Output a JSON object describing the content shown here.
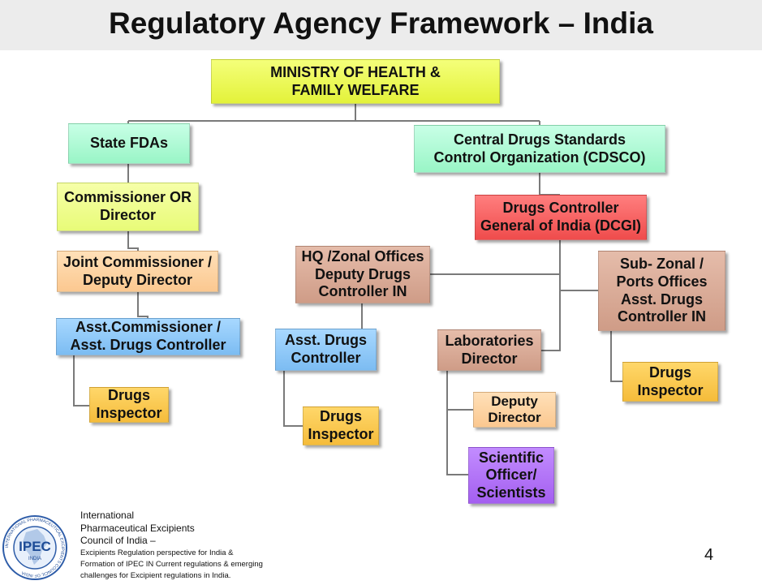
{
  "title": "Regulatory Agency Framework – India",
  "nodes": {
    "ministry": "MINISTRY OF HEALTH  &\nFAMILY  WELFARE",
    "state_fdas": "State FDAs",
    "cdsco": "Central Drugs Standards\nControl Organization  (CDSCO)",
    "commissioner": "Commissioner  OR\nDirector",
    "dcgi": "Drugs Controller\nGeneral of India (DCGI)",
    "joint_commissioner": "Joint Commissioner /\nDeputy Director",
    "hq_zonal": "HQ /Zonal Offices\nDeputy Drugs\nController IN",
    "sub_zonal": "Sub- Zonal /\nPorts Offices\nAsst. Drugs\nController IN",
    "asst_commissioner": "Asst.Commissioner /\nAsst. Drugs Controller",
    "asst_drugs_controller": "Asst. Drugs\nController",
    "laboratories": "Laboratories\nDirector",
    "drugs_inspector_state": "Drugs\nInspector",
    "drugs_inspector_hq": "Drugs\nInspector",
    "drugs_inspector_sub": "Drugs\nInspector",
    "deputy_director": "Deputy\nDirector",
    "scientific_officer": "Scientific\nOfficer/\nScientists"
  },
  "footer": {
    "org_lines": [
      "International",
      "Pharmaceutical Excipients",
      "Council of India –"
    ],
    "detail_lines": [
      "Excipients Regulation perspective for India &",
      "Formation of IPEC IN Current regulations & emerging",
      "challenges for Excipient regulations in India."
    ],
    "page_number": "4"
  },
  "logo": {
    "center_text": "IPEC",
    "sub_text": "INDIA",
    "ring_text": "INTERNATIONAL PHARMACEUTICAL EXCIPIENTS COUNCIL OF INDIA"
  },
  "colors": {
    "ministry": "#e3f23a",
    "state_fdas": "#99f5c6",
    "cdsco": "#99f5c6",
    "commissioner": "#e8fb78",
    "dcgi": "#ef4c4c",
    "joint_commissioner": "#fbc890",
    "hq_zonal": "#cf9c87",
    "sub_zonal": "#cf9c87",
    "laboratories": "#cf9c87",
    "asst_commissioner": "#7cbcf2",
    "asst_drugs_controller": "#7cbcf2",
    "drugs_inspector": "#f5bc3b",
    "deputy_director": "#fbc890",
    "scientific_officer": "#a45ff0"
  }
}
